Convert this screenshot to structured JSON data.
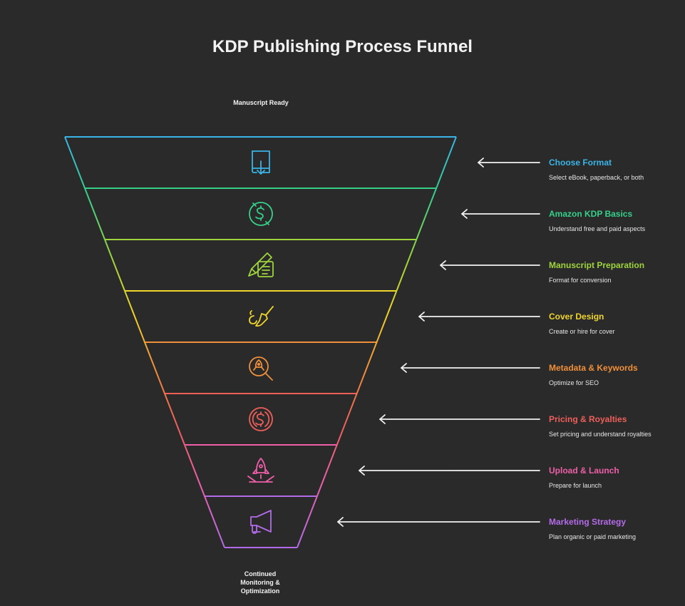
{
  "title": "KDP Publishing Process Funnel",
  "top_label": "Manuscript Ready",
  "bottom_label": "Continued Monitoring & Optimization",
  "steps": [
    {
      "title": "Choose Format",
      "desc": "Select eBook, paperback, or both",
      "color": "#3ab4e6",
      "icon": "book-download-icon"
    },
    {
      "title": "Amazon KDP Basics",
      "desc": "Understand free and paid aspects",
      "color": "#35cf8a",
      "icon": "dollar-circle-icon"
    },
    {
      "title": "Manuscript Preparation",
      "desc": "Format for conversion",
      "color": "#9ed43c",
      "icon": "pencil-document-icon"
    },
    {
      "title": "Cover Design",
      "desc": "Create or hire for cover",
      "color": "#f0d52a",
      "icon": "paintbrush-icon"
    },
    {
      "title": "Metadata & Keywords",
      "desc": "Optimize for SEO",
      "color": "#f08f3a",
      "icon": "search-magnifier-icon"
    },
    {
      "title": "Pricing & Royalties",
      "desc": "Set pricing and understand royalties",
      "color": "#ee5f5a",
      "icon": "dollar-refresh-icon"
    },
    {
      "title": "Upload & Launch",
      "desc": "Prepare for launch",
      "color": "#ee5fa8",
      "icon": "rocket-icon"
    },
    {
      "title": "Marketing Strategy",
      "desc": "Plan organic or paid marketing",
      "color": "#b46bea",
      "icon": "megaphone-icon"
    }
  ]
}
